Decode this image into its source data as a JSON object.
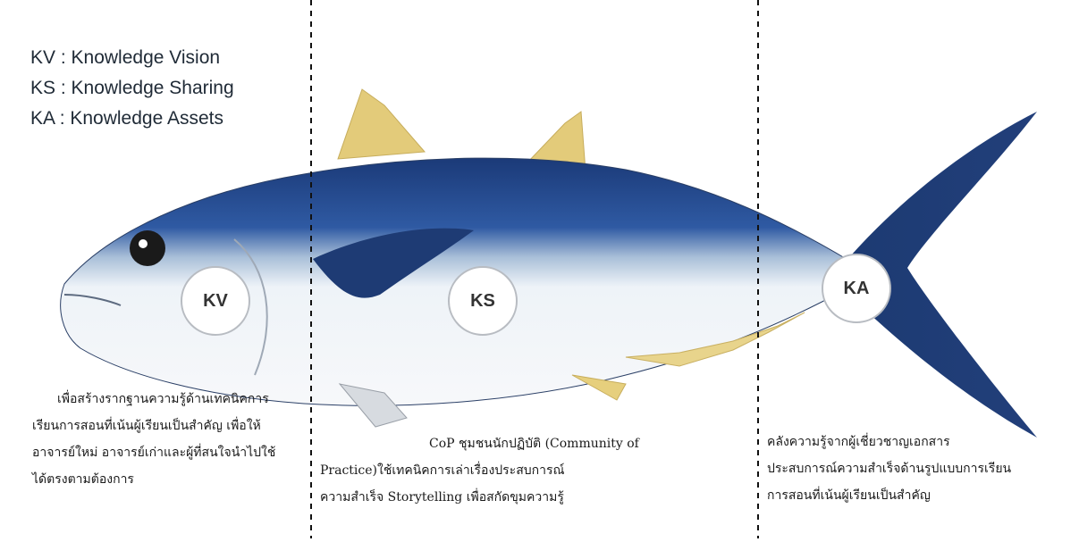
{
  "legend": {
    "kv": "KV : Knowledge Vision",
    "ks": "KS : Knowledge Sharing",
    "ka": "KA : Knowledge Assets"
  },
  "markers": {
    "kv": "KV",
    "ks": "KS",
    "ka": "KA"
  },
  "descriptions": {
    "kv": [
      "เพื่อสร้างรากฐานความรู้ด้านเทคนิคการ",
      "เรียนการสอนที่เน้นผู้เรียนเป็นสำคัญ เพื่อให้",
      "อาจารย์ใหม่ อาจารย์เก่าและผู้ที่สนใจนำไปใช้",
      "ได้ตรงตามต้องการ"
    ],
    "ks": [
      "CoP ชุมชนนักปฏิบัติ (Community of",
      "Practice)ใช้เทคนิคการเล่าเรื่องประสบการณ์",
      "ความสำเร็จ Storytelling เพื่อสกัดขุมความรู้"
    ],
    "ka": [
      "คลังความรู้จากผู้เชี่ยวชาญเอกสาร",
      "ประสบการณ์ความสำเร็จด้านรูปแบบการเรียน",
      "การสอนที่เน้นผู้เรียนเป็นสำคัญ"
    ]
  },
  "colors": {
    "back": "#1f3e78",
    "belly": "#eef3f8",
    "fin": "#e6cf7d",
    "divider": "#111111"
  }
}
